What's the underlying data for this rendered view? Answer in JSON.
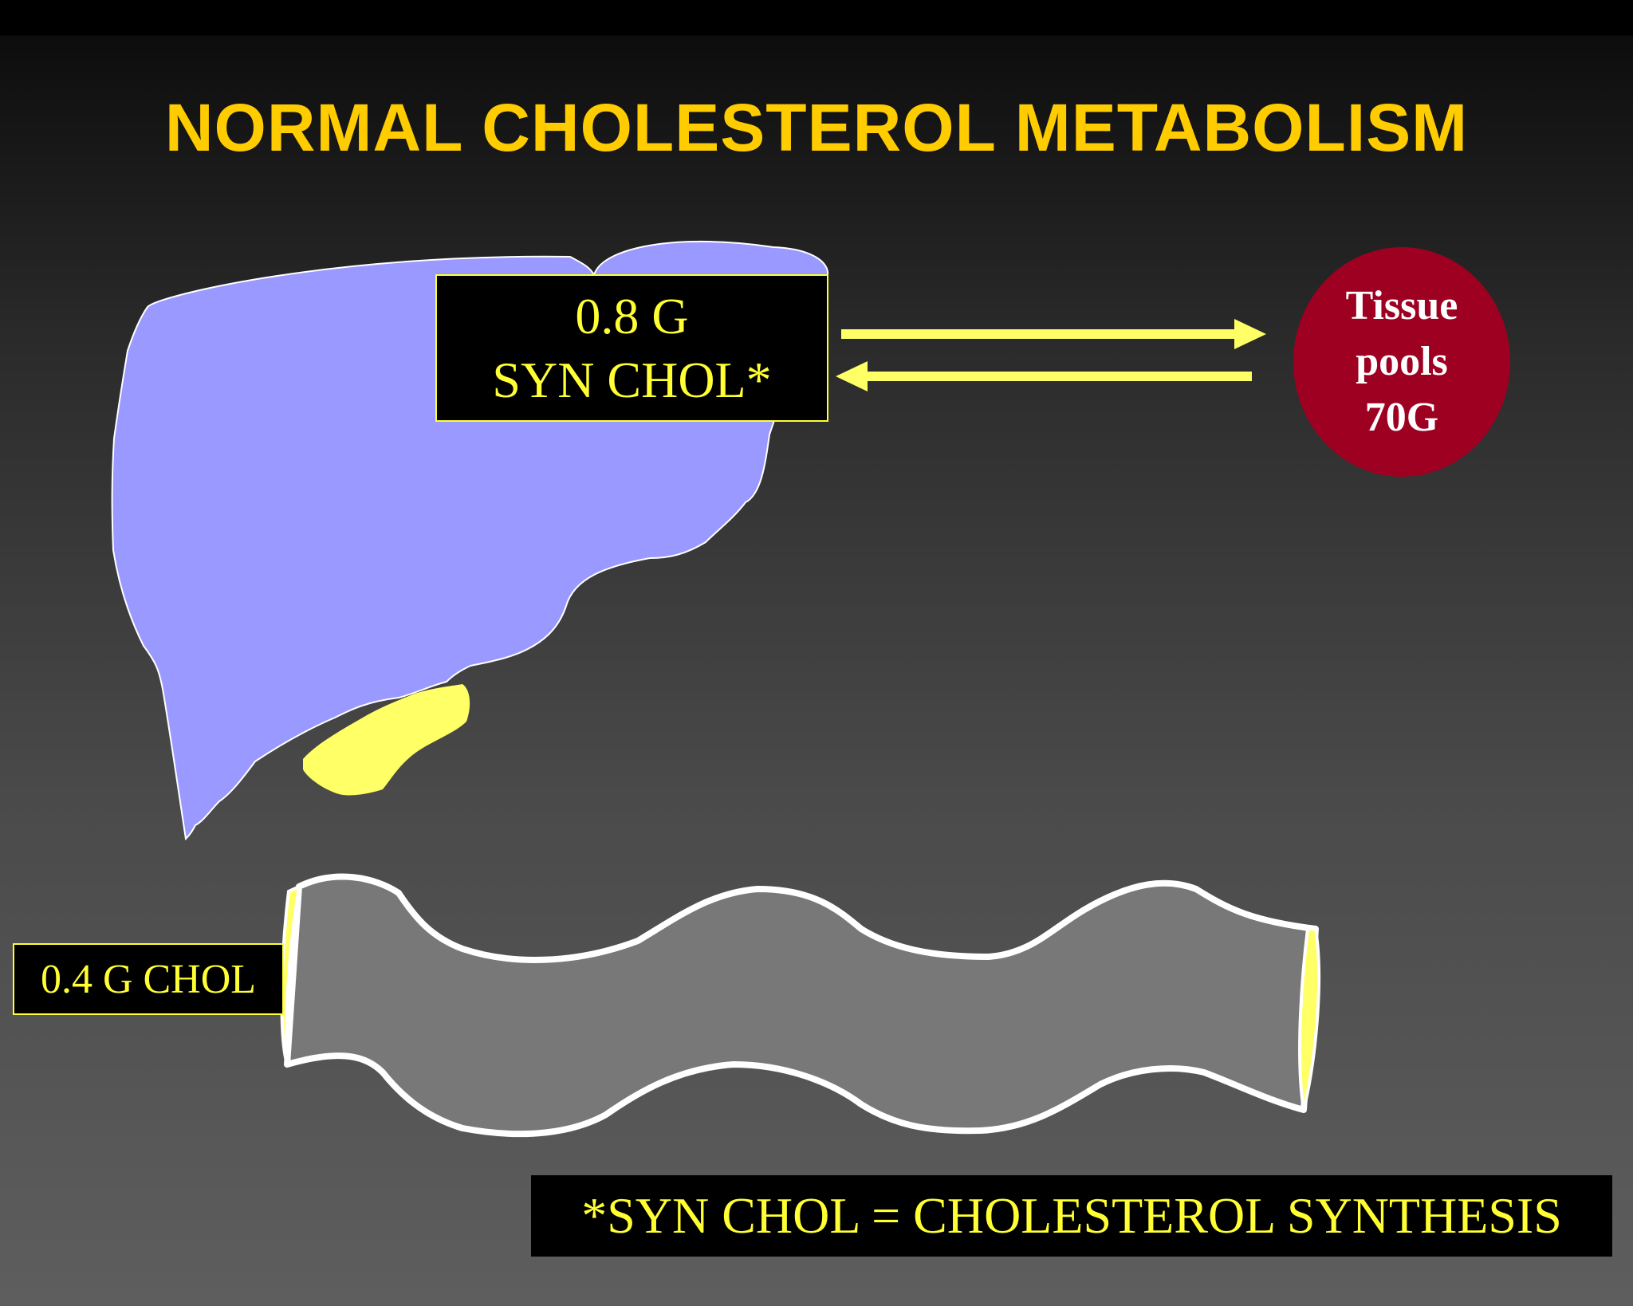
{
  "title": "NORMAL CHOLESTEROL METABOLISM",
  "liver_box": {
    "line1": "0.8 G",
    "line2": "SYN CHOL*"
  },
  "tissue_pool": {
    "line1": "Tissue",
    "line2": "pools",
    "line3": "70G"
  },
  "intestine_box": {
    "label": "0.4 G CHOL"
  },
  "footnote": "*SYN CHOL = CHOLESTEROL SYNTHESIS",
  "colors": {
    "title": "#FFCC00",
    "label_text": "#FFFF33",
    "liver": "#9999FF",
    "gallbladder": "#FFFF66",
    "tissue_pool": "#9E0022",
    "intestine": "#787878",
    "arrows": "#FFFF66"
  },
  "icons": [
    "liver-shape",
    "gallbladder-shape",
    "intestine-shape",
    "arrow-right",
    "arrow-left"
  ]
}
